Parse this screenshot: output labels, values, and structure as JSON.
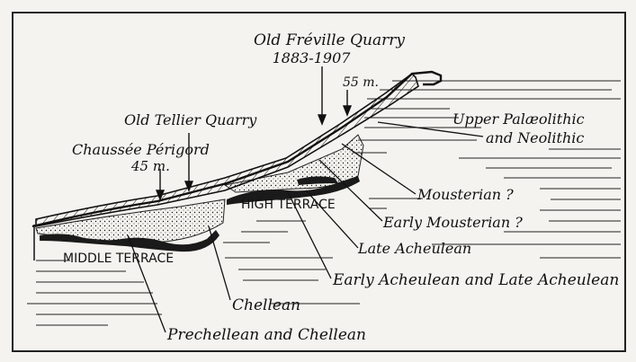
{
  "figure": {
    "labels": {
      "freville": "Old Fréville Quarry",
      "freville_years": "1883-1907",
      "m55": "55 m.",
      "tellier": "Old Tellier Quarry",
      "chaussee": "Chaussée Périgord",
      "m45": "45 m.",
      "upper_pal": "Upper Palæolithic",
      "neolithic": "and Neolithic",
      "high_terrace": "HIGH TERRACE",
      "middle_terrace": "MIDDLE TERRACE",
      "mousterian": "Mousterian ?",
      "early_mousterian": "Early Mousterian ?",
      "late_acheulean": "Late Acheulean",
      "early_acheulean": "Early Acheulean and Late Acheulean",
      "chellean": "Chellean",
      "prechellean": "Prechellean and Chellean"
    },
    "colors": {
      "ink": "#111111",
      "paper": "#f4f3ef"
    }
  }
}
